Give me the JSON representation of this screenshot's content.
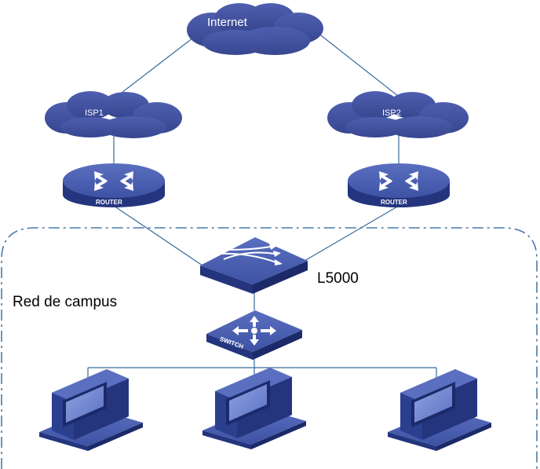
{
  "clouds": {
    "internet": "Internet",
    "isp1": "ISP1",
    "isp2": "ISP2"
  },
  "routers": {
    "left_label": "ROUTER",
    "right_label": "ROUTER"
  },
  "l5000": {
    "label": "L5000"
  },
  "switch": {
    "label": "SWITCH"
  },
  "campus": {
    "label": "Red de campus"
  },
  "colors": {
    "device_blue": "#2b3f8f",
    "cloud_blue": "#3c4c9c",
    "link": "#3a6a9a",
    "boundary": "#4a7aa8"
  }
}
